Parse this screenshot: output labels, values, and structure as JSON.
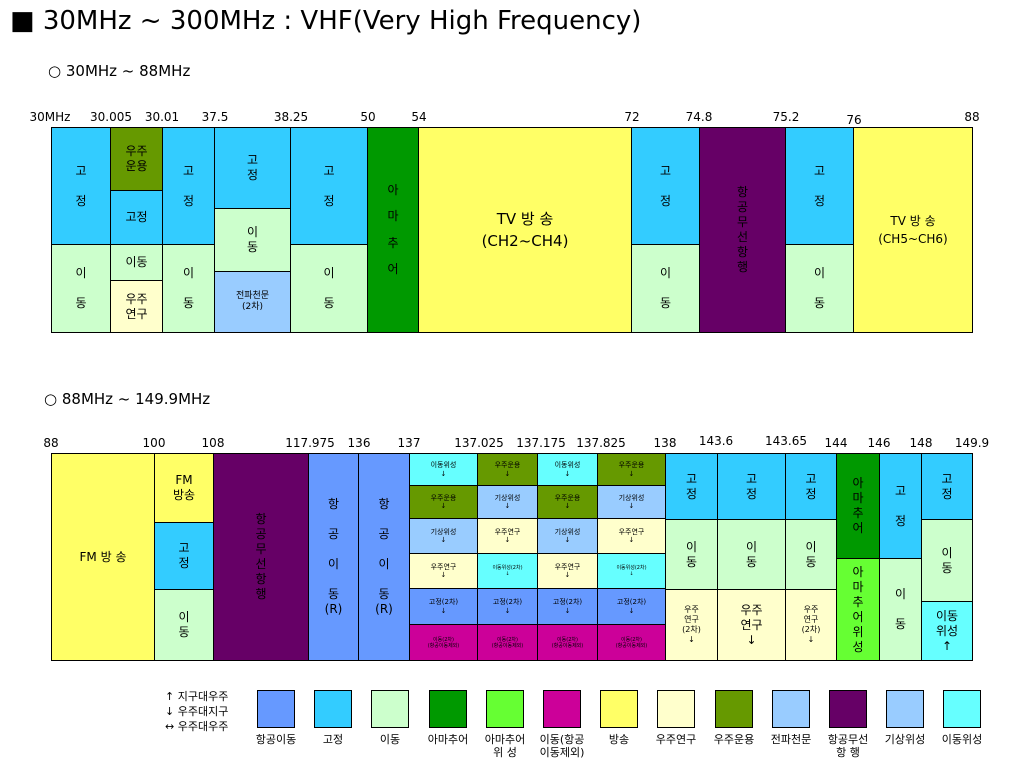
{
  "title": "■ 30MHz ~ 300MHz : VHF(Very High Frequency)",
  "section1": {
    "subtitle": "○ 30MHz ~ 88MHz",
    "freqs": [
      "30MHz",
      "30.005",
      "30.01",
      "37.5",
      "38.25",
      "50",
      "54",
      "72",
      "74.8",
      "75.2",
      "76",
      "88"
    ],
    "labels": {
      "c1a": "고\n\n정",
      "c1b": "이\n\n동",
      "c2a": "우주\n운용",
      "c2b": "고정",
      "c2c": "이동",
      "c2d": "우주\n연구",
      "c3a": "고\n\n정",
      "c3b": "이\n\n동",
      "c4a": "고\n정",
      "c4b": "이\n동",
      "c4c": "전파천문\n(2차)",
      "c5a": "고\n\n정",
      "c5b": "이\n\n동",
      "c6": "아\n\n마\n\n추\n\n어",
      "c7": "TV 방   송\n(CH2~CH4)",
      "c8a": "고\n\n정",
      "c8b": "이\n\n동",
      "c9": "항\n공\n무\n선\n항\n행",
      "c10a": "고\n\n정",
      "c10b": "이\n\n동",
      "c11": "TV 방   송\n(CH5~CH6)"
    }
  },
  "section2": {
    "subtitle": "○ 88MHz ~ 149.9MHz",
    "freqs": [
      "88",
      "100",
      "108",
      "117.975",
      "136",
      "137",
      "137.025",
      "137.175",
      "137.825",
      "138",
      "143.6",
      "143.65",
      "144",
      "146",
      "148",
      "149.9"
    ],
    "labels": {
      "d1": "FM 방  송",
      "d2a": "FM\n방송",
      "d2b": "고\n정",
      "d2c": "이\n동",
      "d3": "항\n공\n무\n선\n항\n행",
      "d4": "항\n\n공\n\n이\n\n동\n(R)",
      "d5": "항\n\n공\n\n이\n\n동\n(R)",
      "g1": [
        "이동위성\n↓",
        "우주운용\n↓",
        "기상위성\n↓",
        "우주연구\n↓",
        "고정(2차)\n↓",
        "이동(2차)\n(항공이동제외)"
      ],
      "g2": [
        "우주운용\n↓",
        "기상위성\n↓",
        "우주연구\n↓",
        "이동위성(2차)\n↓",
        "고정(2차)\n↓",
        "이동(2차)\n(항공이동제외)"
      ],
      "g3": [
        "이동위성\n↓",
        "우주운용\n↓",
        "기상위성\n↓",
        "우주연구\n↓",
        "고정(2차)\n↓",
        "이동(2차)\n(항공이동제외)"
      ],
      "g4": [
        "우주운용\n↓",
        "기상위성\n↓",
        "우주연구\n↓",
        "이동위성(2차)\n↓",
        "고정(2차)\n↓",
        "이동(2차)\n(항공이동제외)"
      ],
      "e1a": "고\n정",
      "e1b": "이\n동",
      "e1c": "우주\n연구\n(2차)\n↓",
      "e2a": "고\n정",
      "e2b": "이\n동",
      "e2c": "우주\n연구\n↓",
      "e3a": "고\n정",
      "e3b": "이\n동",
      "e3c": "우주\n연구\n(2차)\n↓",
      "e4a": "아\n마\n추\n어",
      "e4b": "아\n마\n추\n어\n위\n성",
      "e5a": "고\n\n정",
      "e5b": "이\n\n동",
      "e6a": "고\n정",
      "e6b": "이\n동",
      "e6c": "이동\n위성\n↑"
    }
  },
  "legend": {
    "arrows": [
      "↑   지구대우주",
      "↓   우주대지구",
      "↔  우주대우주"
    ],
    "items": [
      {
        "label": "항공이동",
        "color": "#6699ff"
      },
      {
        "label": "고정",
        "color": "#33ccff"
      },
      {
        "label": "이동",
        "color": "#ccffcc"
      },
      {
        "label": "아마추어",
        "color": "#009900"
      },
      {
        "label": "아마추어\n위   성",
        "color": "#66ff33"
      },
      {
        "label": "이동(항공\n이동제외)",
        "color": "#cc0099"
      },
      {
        "label": "방송",
        "color": "#ffff66"
      },
      {
        "label": "우주연구",
        "color": "#ffffcc"
      },
      {
        "label": "우주운용",
        "color": "#669900"
      },
      {
        "label": "전파천문",
        "color": "#99ccff"
      },
      {
        "label": "항공무선\n항   행",
        "color": "#660066"
      },
      {
        "label": "기상위성",
        "color": "#99ccff"
      },
      {
        "label": "이동위성",
        "color": "#66ffff"
      }
    ]
  }
}
